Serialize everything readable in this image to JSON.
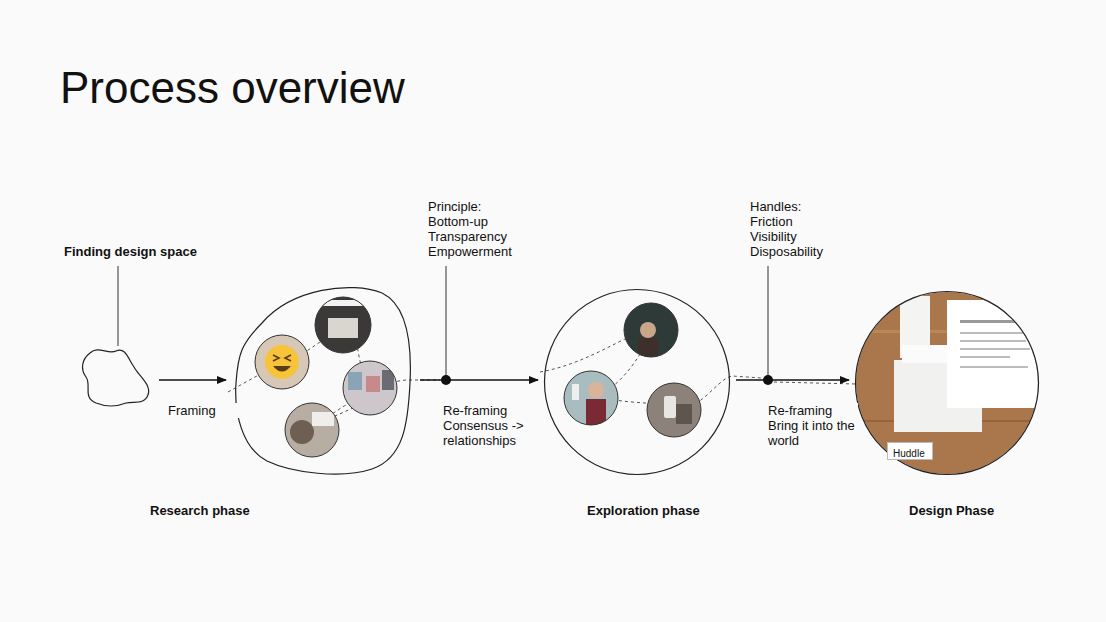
{
  "diagram": {
    "title": "Process overview",
    "nodes": [
      {
        "text": [
          "Finding design space"
        ]
      },
      {
        "text": [
          "Research phase"
        ]
      },
      {
        "text": [
          "Exploration phase"
        ]
      },
      {
        "text": [
          "Design Phase"
        ]
      },
      {
        "text": [
          "Huddle"
        ],
        "in": 3
      }
    ],
    "edges": [
      {
        "from": 0,
        "to": 1,
        "arrow": "to",
        "label": "Framing"
      },
      {
        "from": 1,
        "to": 2,
        "arrow": "to",
        "label": "Re-framing Consensus -> relationships"
      },
      {
        "from": 2,
        "to": 3,
        "arrow": "to",
        "label": "Re-framing Bring it into the world"
      }
    ],
    "labels": [
      "Principle: Bottom-up Transparency Empowerment",
      "Handles: Friction Visibility Disposability"
    ]
  }
}
